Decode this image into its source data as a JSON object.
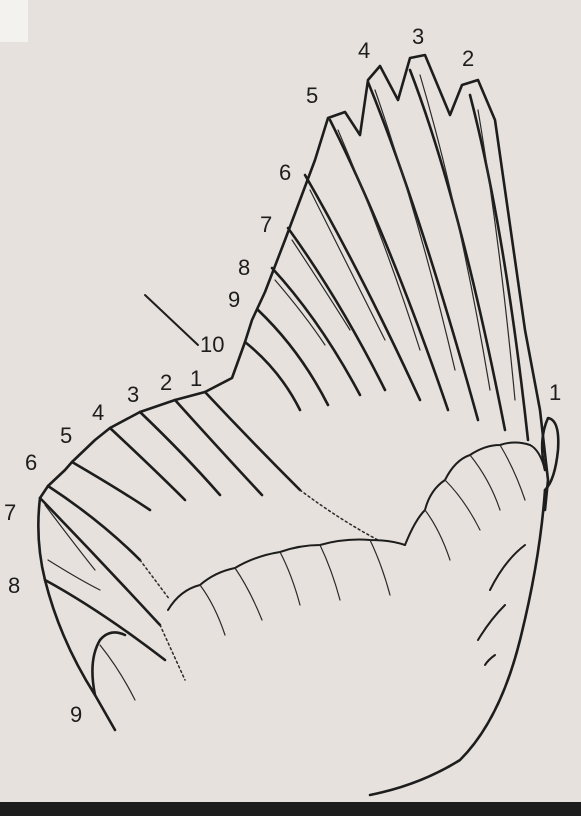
{
  "diagram": {
    "primaries": [
      "1",
      "2",
      "3",
      "4",
      "5",
      "6",
      "7",
      "8",
      "9",
      "10"
    ],
    "secondaries": [
      "1",
      "2",
      "3",
      "4",
      "5",
      "6",
      "7",
      "8",
      "9"
    ],
    "colors": {
      "paper": "#e6e1dc",
      "ink": "#1d1d1d"
    }
  }
}
